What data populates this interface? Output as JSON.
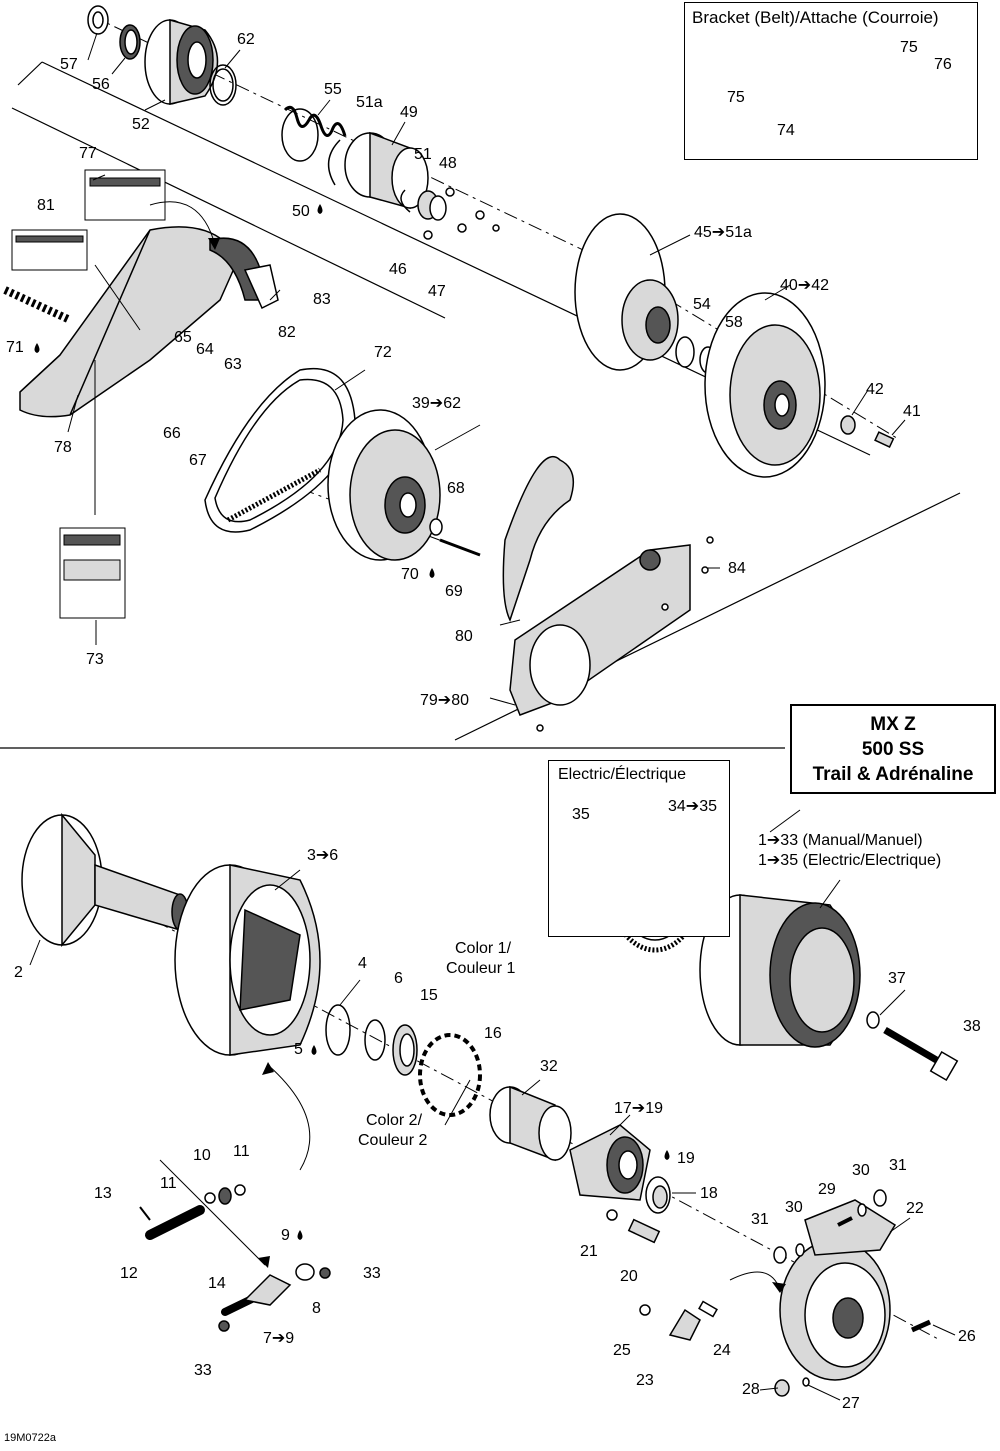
{
  "diagram": {
    "model": {
      "line1": "MX Z",
      "line2": "500 SS",
      "line3": "Trail & Adrénaline"
    },
    "bracket_box_title": "Bracket (Belt)/Attache (Courroie)",
    "electric_box_title": "Electric/Électrique",
    "drawing_code": "19M0722a",
    "notes": {
      "manual": "1➔33 (Manual/Manuel)",
      "electric": "1➔35 (Electric/Electrique)",
      "color1_a": "Color 1/",
      "color1_b": "Couleur 1",
      "color2_a": "Color 2/",
      "color2_b": "Couleur 2"
    },
    "callouts": [
      "57",
      "56",
      "52",
      "62",
      "55",
      "51a",
      "49",
      "51",
      "48",
      "50",
      "47",
      "46",
      "77",
      "81",
      "71",
      "82",
      "83",
      "65",
      "64",
      "63",
      "66",
      "67",
      "78",
      "72",
      "39➔62",
      "45➔51a",
      "40➔42",
      "54",
      "58",
      "42",
      "41",
      "68",
      "70",
      "69",
      "84",
      "80",
      "79➔80",
      "73",
      "75",
      "76",
      "74",
      "3➔6",
      "2",
      "4",
      "6",
      "15",
      "16",
      "5",
      "32",
      "17➔19",
      "19",
      "18",
      "21",
      "20",
      "35",
      "34➔35",
      "37",
      "38",
      "10",
      "11",
      "13",
      "12",
      "9",
      "8",
      "33",
      "14",
      "7➔9",
      "30",
      "31",
      "29",
      "22",
      "24",
      "25",
      "23",
      "28",
      "27",
      "26"
    ],
    "colors": {
      "line": "#000000",
      "part_fill": "#d9d9d9",
      "part_dark": "#555555"
    }
  }
}
